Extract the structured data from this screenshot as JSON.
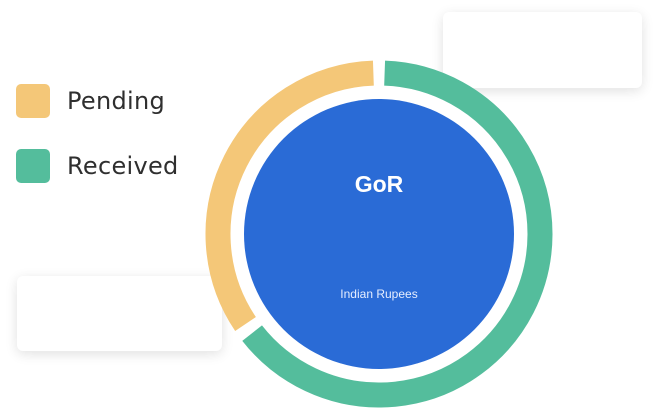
{
  "legend": [
    {
      "label": "Pending",
      "color": "#f4c778"
    },
    {
      "label": "Received",
      "color": "#54bd9c"
    }
  ],
  "center": {
    "title": "GoR",
    "subtitle": "Indian Rupees",
    "color": "#2a6bd6"
  },
  "chart_data": {
    "type": "pie",
    "variant": "donut",
    "categories": [
      "Received",
      "Pending"
    ],
    "values": [
      65,
      35
    ],
    "colors": [
      "#54bd9c",
      "#f4c778"
    ],
    "title": "GoR",
    "subtitle": "Indian Rupees",
    "legend_position": "left"
  }
}
